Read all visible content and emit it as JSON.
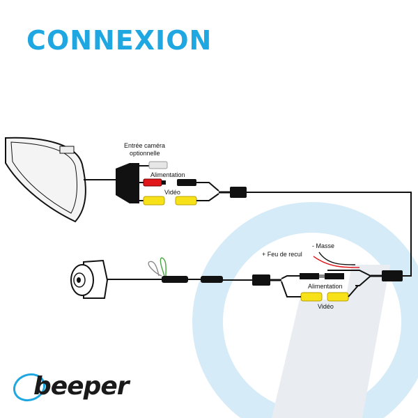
{
  "title": "CONNEXION",
  "labels": {
    "entree_camera": "Entrée caméra",
    "optionnelle": "optionnelle",
    "alimentation_top": "Alimentation",
    "video_top": "Vidéo",
    "masse": "- Masse",
    "feu_de_recul": "+ Feu de recul",
    "alimentation_bottom": "Alimentation",
    "video_bottom": "Vidéo"
  },
  "brand": "beeper",
  "colors": {
    "title": "#1ea7e1",
    "watermark": "#cfe7f6",
    "power_red": "#e0161b",
    "video_yellow": "#f7e21a",
    "wire": "#111111",
    "green_wire": "#46a63c"
  }
}
